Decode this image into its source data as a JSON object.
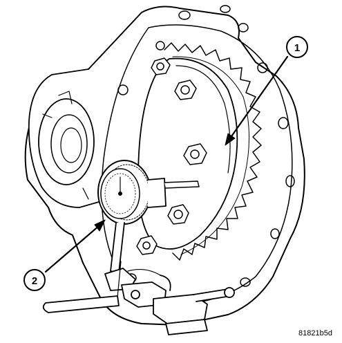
{
  "callouts": [
    {
      "number": "1"
    },
    {
      "number": "2"
    }
  ],
  "figure_id": "81821b5d"
}
